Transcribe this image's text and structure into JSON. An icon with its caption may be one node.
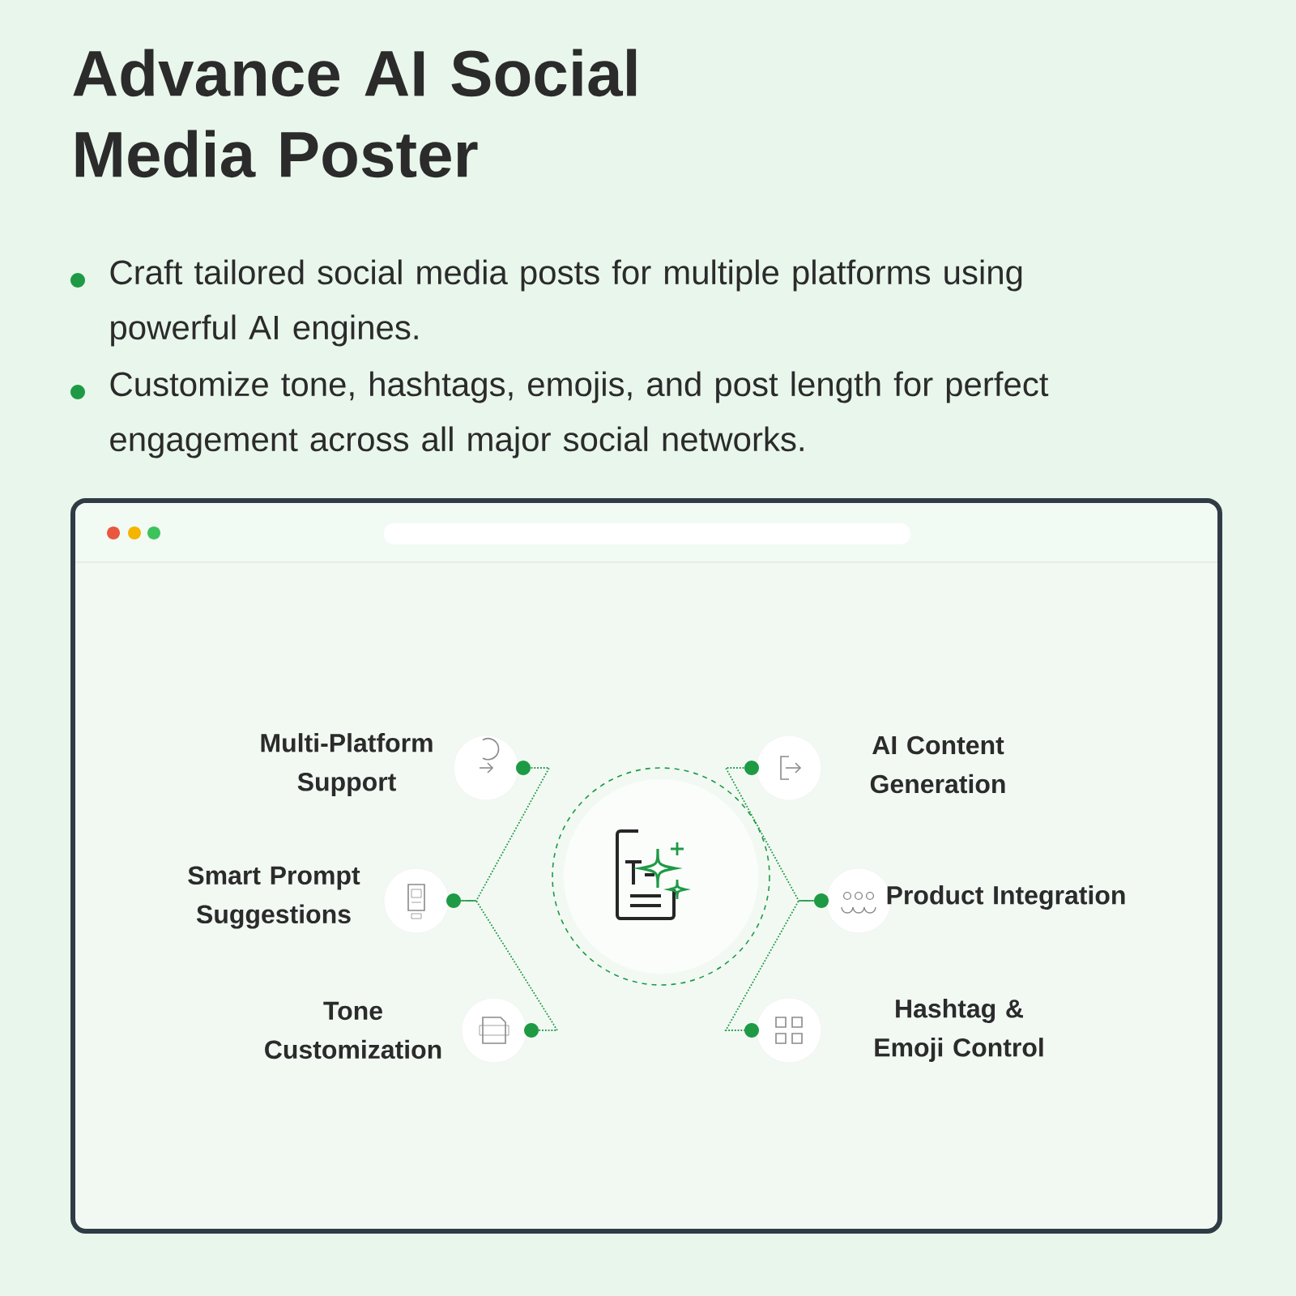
{
  "diagram": {
    "title": "Advance AI Social Media Poster",
    "nodes": [
      {
        "text": [],
        "shape": "circle"
      },
      {
        "text": [],
        "shape": "circle",
        "beside": [
          "Multi-Platform Support"
        ]
      },
      {
        "text": [],
        "shape": "circle",
        "beside": [
          "Smart Prompt Suggestions"
        ]
      },
      {
        "text": [],
        "shape": "circle",
        "beside": [
          "Tone Customization"
        ]
      },
      {
        "text": [],
        "shape": "circle",
        "beside": [
          "AI Content Generation"
        ]
      },
      {
        "text": [],
        "shape": "circle",
        "beside": [
          "Product Integration"
        ]
      },
      {
        "text": [],
        "shape": "circle",
        "beside": [
          "Hashtag & Emoji Control"
        ]
      }
    ],
    "edges": [
      {
        "from": 1,
        "to": 2,
        "arrow": "none",
        "style": "dashed"
      },
      {
        "from": 2,
        "to": 3,
        "arrow": "none",
        "style": "dashed"
      },
      {
        "from": 4,
        "to": 5,
        "arrow": "none",
        "style": "dashed"
      },
      {
        "from": 5,
        "to": 6,
        "arrow": "none",
        "style": "dashed"
      }
    ],
    "labels": [
      "Craft tailored social media posts for multiple platforms using powerful AI engines.",
      "Customize tone, hashtags, emojis, and post length for perfect engagement across all major social networks."
    ]
  }
}
